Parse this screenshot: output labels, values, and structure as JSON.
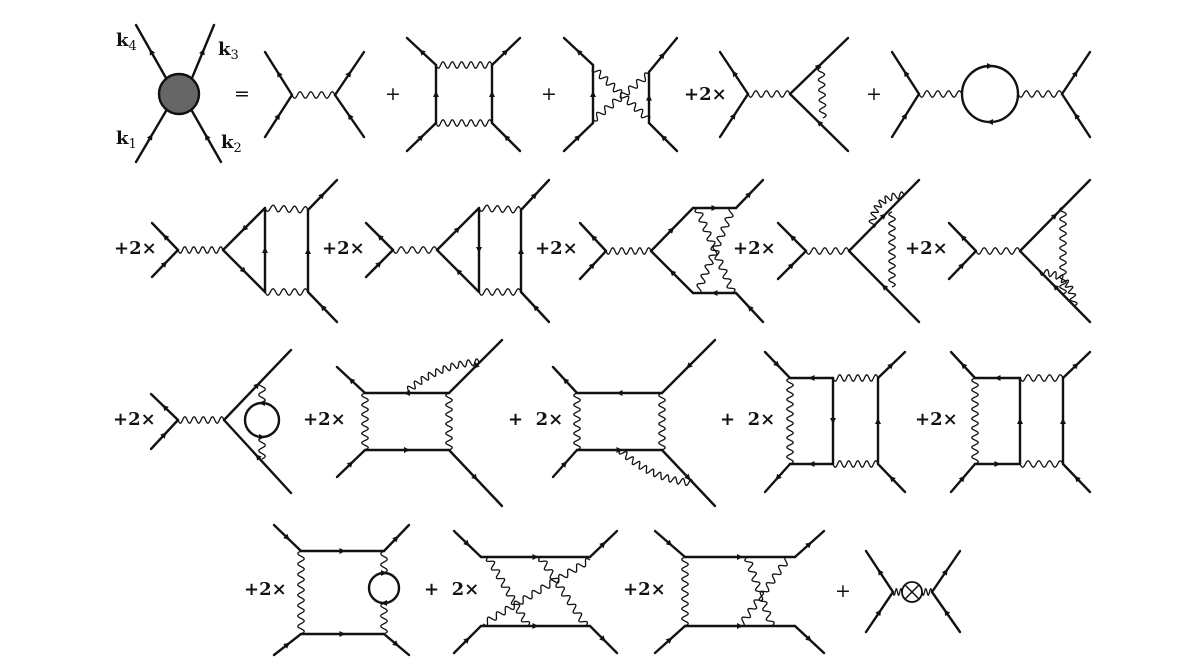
{
  "equation": {
    "momenta": [
      {
        "symbol": "k",
        "index": "4"
      },
      {
        "symbol": "k",
        "index": "3"
      },
      {
        "symbol": "k",
        "index": "1"
      },
      {
        "symbol": "k",
        "index": "2"
      }
    ],
    "blob_color": "#666666",
    "line_color": "#111111",
    "operators": {
      "row1": [
        "=",
        "+",
        "+",
        "+2×",
        "+"
      ],
      "row2": [
        "+2×",
        "+2×",
        "+2×",
        "+2×",
        "+2×"
      ],
      "row3": [
        "+2×",
        "+2×",
        "+  2×",
        "+  2×",
        "+2×"
      ],
      "row4": [
        "+2×",
        "+  2×",
        "+2×",
        "+"
      ]
    }
  }
}
